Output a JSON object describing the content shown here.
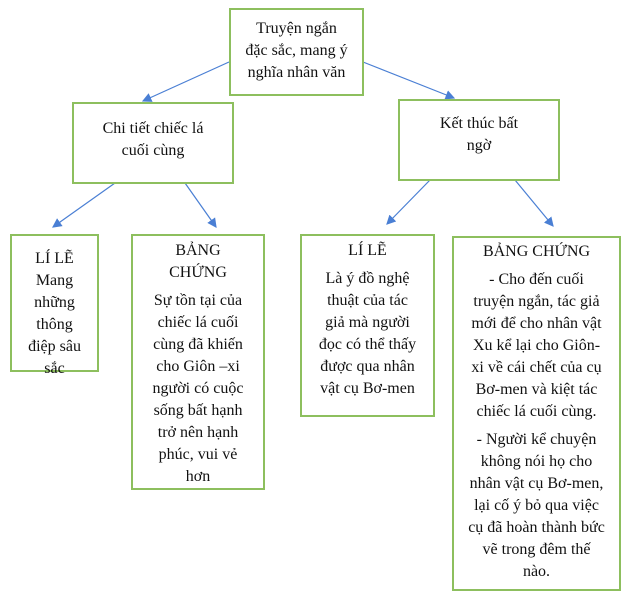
{
  "root": {
    "lines": [
      "Truyện ngắn",
      "đặc sắc, mang ý",
      "nghĩa nhân văn"
    ]
  },
  "left_branch": {
    "title_lines": [
      "Chi tiết chiếc lá",
      "cuối cùng"
    ],
    "reason": {
      "heading": "LÍ LẼ",
      "lines": [
        "Mang",
        "những",
        "thông",
        "điệp sâu",
        "sắc"
      ]
    },
    "evidence": {
      "heading_lines": [
        "BẢNG",
        "CHỨNG"
      ],
      "lines": [
        "Sự tồn tại của",
        "chiếc lá cuối",
        "cùng đã khiến",
        "cho Giôn –xi",
        "người có cuộc",
        "sống bất hạnh",
        "trở nên hạnh",
        "phúc, vui vẻ",
        "hơn"
      ]
    }
  },
  "right_branch": {
    "title_lines": [
      "Kết thúc bất",
      "ngờ"
    ],
    "reason": {
      "heading": "LÍ LẼ",
      "lines": [
        "Là ý đồ nghệ",
        "thuật của tác",
        "giả mà người",
        "đọc có thể thấy",
        "được qua nhân",
        "vật cụ Bơ-men"
      ]
    },
    "evidence": {
      "heading": "BẢNG CHỨNG",
      "para1": [
        "- Cho đến cuối",
        "truyện ngắn, tác giả",
        "mới để cho nhân vật",
        "Xu kể lại cho Giôn-",
        "xi về cái chết của cụ",
        "Bơ-men và kiệt tác",
        "chiếc lá cuối cùng."
      ],
      "para2": [
        "- Người kể chuyện",
        "không nói họ cho",
        "nhân vật cụ Bơ-men,",
        "lại cố ý bỏ qua việc",
        "cụ đã hoàn thành bức",
        "vẽ trong đêm thế",
        "nào."
      ]
    }
  },
  "colors": {
    "border": "#8dbf5e",
    "arrow": "#4a7fd4"
  }
}
